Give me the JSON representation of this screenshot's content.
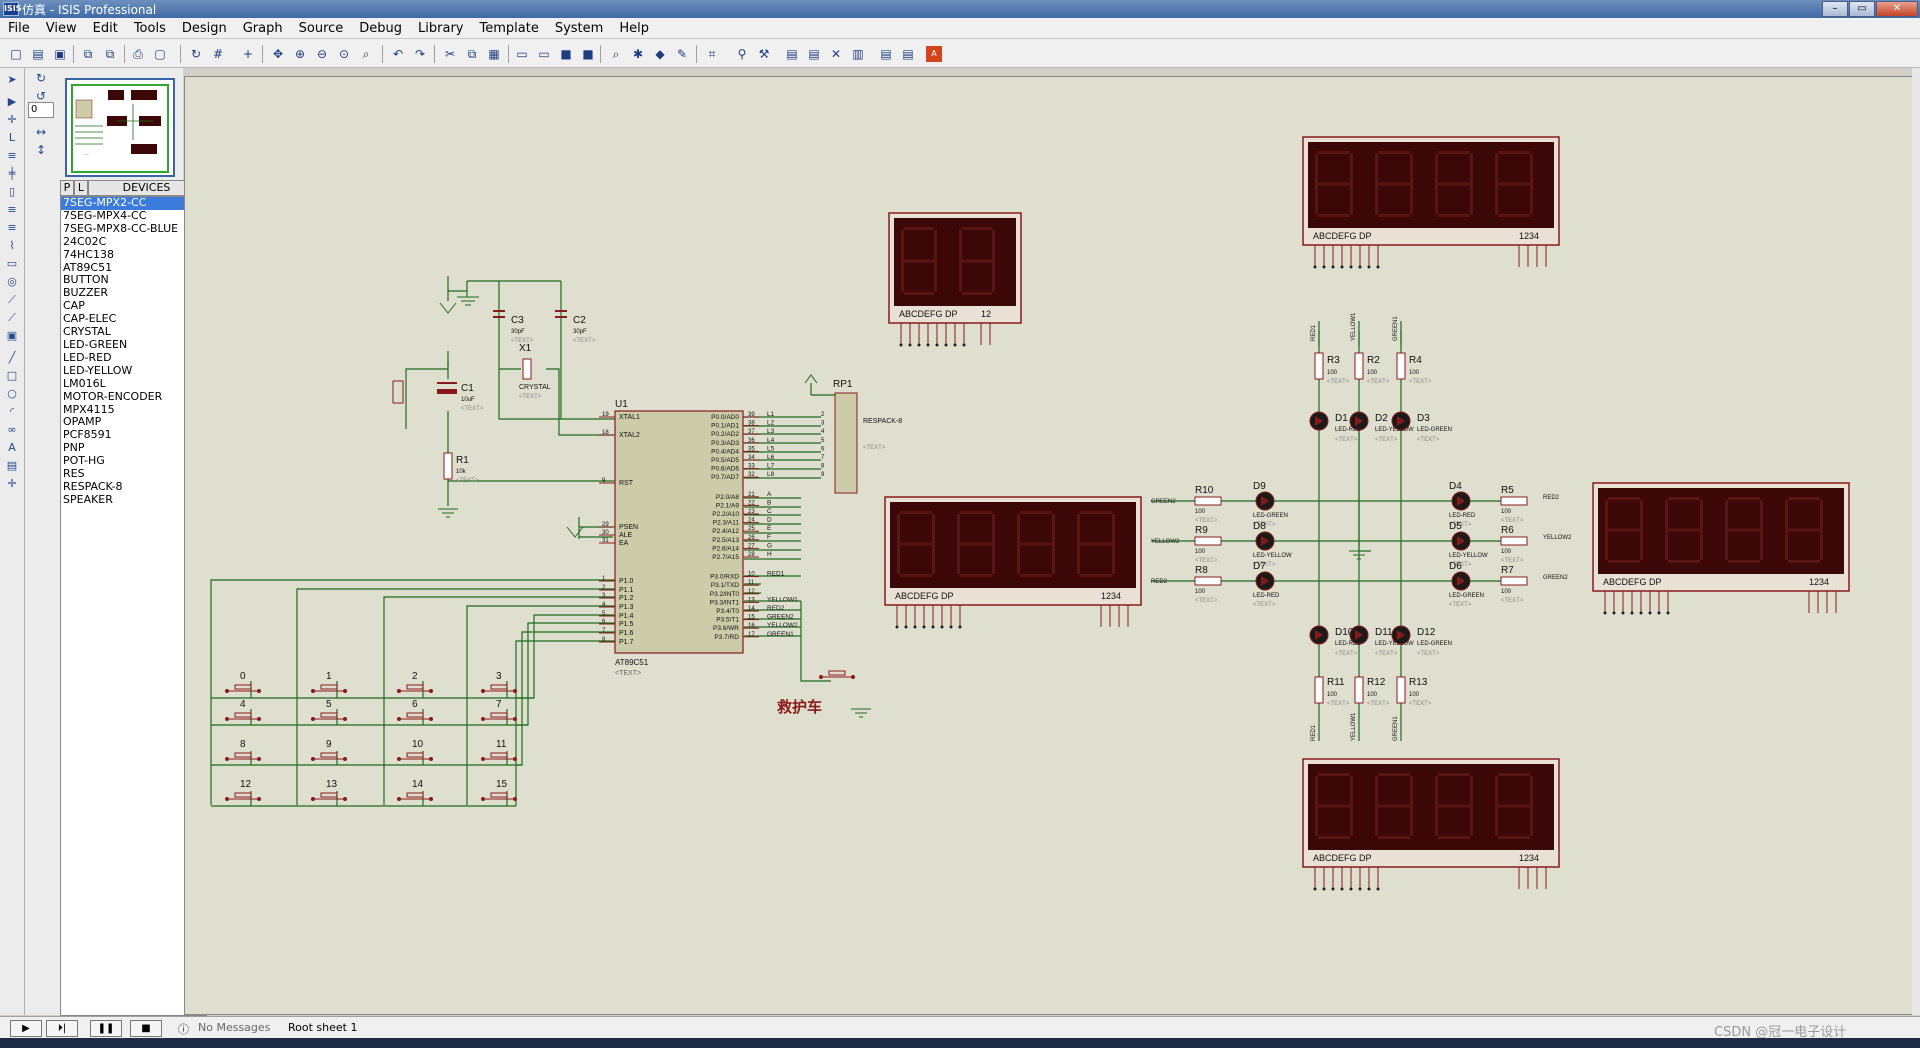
{
  "window": {
    "title": "仿真 - ISIS Professional",
    "app_icon": "ISIS"
  },
  "menu": [
    "File",
    "View",
    "Edit",
    "Tools",
    "Design",
    "Graph",
    "Source",
    "Debug",
    "Library",
    "Template",
    "System",
    "Help"
  ],
  "left_panel": {
    "rotation_value": "0",
    "tabs": {
      "p": "P",
      "l": "L",
      "devices": "DEVICES"
    },
    "devices": [
      "7SEG-MPX2-CC",
      "7SEG-MPX4-CC",
      "7SEG-MPX8-CC-BLUE",
      "24C02C",
      "74HC138",
      "AT89C51",
      "BUTTON",
      "BUZZER",
      "CAP",
      "CAP-ELEC",
      "CRYSTAL",
      "LED-GREEN",
      "LED-RED",
      "LED-YELLOW",
      "LM016L",
      "MOTOR-ENCODER",
      "MPX4115",
      "OPAMP",
      "PCF8591",
      "PNP",
      "POT-HG",
      "RES",
      "RESPACK-8",
      "SPEAKER"
    ],
    "selected_device": "7SEG-MPX2-CC"
  },
  "schematic": {
    "mcu": {
      "ref": "U1",
      "part": "AT89C51",
      "text": "<TEXT>",
      "left_pins": [
        [
          "19",
          "XTAL1"
        ],
        [
          "18",
          "XTAL2"
        ],
        [
          "9",
          "RST"
        ],
        [
          "29",
          "PSEN"
        ],
        [
          "30",
          "ALE"
        ],
        [
          "31",
          "EA"
        ],
        [
          "1",
          "P1.0"
        ],
        [
          "2",
          "P1.1"
        ],
        [
          "3",
          "P1.2"
        ],
        [
          "4",
          "P1.3"
        ],
        [
          "5",
          "P1.4"
        ],
        [
          "6",
          "P1.5"
        ],
        [
          "7",
          "P1.6"
        ],
        [
          "8",
          "P1.7"
        ]
      ],
      "right_pins": [
        [
          "39",
          "P0.0/AD0"
        ],
        [
          "38",
          "P0.1/AD1"
        ],
        [
          "37",
          "P0.2/AD2"
        ],
        [
          "36",
          "P0.3/AD3"
        ],
        [
          "35",
          "P0.4/AD4"
        ],
        [
          "34",
          "P0.5/AD5"
        ],
        [
          "33",
          "P0.6/AD6"
        ],
        [
          "32",
          "P0.7/AD7"
        ],
        [
          "21",
          "P2.0/A8"
        ],
        [
          "22",
          "P2.1/A9"
        ],
        [
          "23",
          "P2.2/A10"
        ],
        [
          "24",
          "P2.3/A11"
        ],
        [
          "25",
          "P2.4/A12"
        ],
        [
          "26",
          "P2.5/A13"
        ],
        [
          "27",
          "P2.6/A14"
        ],
        [
          "28",
          "P2.7/A15"
        ],
        [
          "10",
          "P3.0/RXD"
        ],
        [
          "11",
          "P3.1/TXD"
        ],
        [
          "12",
          "P3.2/INT0"
        ],
        [
          "13",
          "P3.3/INT1"
        ],
        [
          "14",
          "P3.4/T0"
        ],
        [
          "15",
          "P3.5/T1"
        ],
        [
          "16",
          "P3.6/WR"
        ],
        [
          "17",
          "P3.7/RD"
        ]
      ]
    },
    "net_labels": {
      "p0": [
        "L1",
        "L2",
        "L3",
        "L4",
        "L5",
        "L6",
        "L7",
        "L8"
      ],
      "p2": [
        "A",
        "B",
        "C",
        "D",
        "E",
        "F",
        "G",
        "H"
      ],
      "p3": [
        "RED1",
        "",
        "",
        "YELLOW1",
        "RED2",
        "GREEN2",
        "YELLOW2",
        "GREEN1"
      ]
    },
    "c1": {
      "ref": "C1",
      "value": "10uF",
      "text": "<TEXT>"
    },
    "c2": {
      "ref": "C2",
      "value": "30pF",
      "text": "<TEXT>"
    },
    "c3": {
      "ref": "C3",
      "value": "30pF",
      "text": "<TEXT>"
    },
    "x1": {
      "ref": "X1",
      "value": "CRYSTAL",
      "text": "<TEXT>"
    },
    "r1": {
      "ref": "R1",
      "value": "10k",
      "text": "<TEXT>"
    },
    "rp1": {
      "ref": "RP1",
      "value": "RESPACK-8",
      "text": "<TEXT>",
      "pins": [
        "2",
        "3",
        "4",
        "5",
        "6",
        "7",
        "8",
        "9"
      ]
    },
    "keys": [
      "0",
      "1",
      "2",
      "3",
      "4",
      "5",
      "6",
      "7",
      "8",
      "9",
      "10",
      "11",
      "12",
      "13",
      "14",
      "15"
    ],
    "ambulance_label": "救护车",
    "displays": {
      "d2": {
        "labels": "ABCDEFG  DP",
        "digits_label": "12"
      },
      "d4_left": {
        "labels": "ABCDEFG  DP",
        "digits_label": "1234"
      },
      "d4_top": {
        "labels": "ABCDEFG  DP",
        "digits_label": "1234"
      },
      "d4_right": {
        "labels": "ABCDEFG  DP",
        "digits_label": "1234"
      },
      "d4_bottom": {
        "labels": "ABCDEFG  DP",
        "digits_label": "1234"
      }
    },
    "traffic": {
      "top_r": [
        {
          "ref": "R3",
          "value": "100",
          "net": "RED1"
        },
        {
          "ref": "R2",
          "value": "100",
          "net": "YELLOW1"
        },
        {
          "ref": "R4",
          "value": "100",
          "net": "GREEN1"
        }
      ],
      "top_d": [
        {
          "ref": "D1",
          "part": "LED-RED"
        },
        {
          "ref": "D2",
          "part": "LED-YELLOW"
        },
        {
          "ref": "D3",
          "part": "LED-GREEN"
        }
      ],
      "bot_d": [
        {
          "ref": "D10",
          "part": "LED-RED"
        },
        {
          "ref": "D11",
          "part": "LED-YELLOW"
        },
        {
          "ref": "D12",
          "part": "LED-GREEN"
        }
      ],
      "bot_r": [
        {
          "ref": "R11",
          "value": "100",
          "net": "RED1"
        },
        {
          "ref": "R12",
          "value": "100",
          "net": "YELLOW1"
        },
        {
          "ref": "R13",
          "value": "100",
          "net": "GREEN1"
        }
      ],
      "left": [
        {
          "ref": "R10",
          "value": "100",
          "net": "GREEN2",
          "led": "D9",
          "part": "LED-GREEN"
        },
        {
          "ref": "R9",
          "value": "100",
          "net": "YELLOW2",
          "led": "D8",
          "part": "LED-YELLOW"
        },
        {
          "ref": "R8",
          "value": "100",
          "net": "RED2",
          "led": "D7",
          "part": "LED-RED"
        }
      ],
      "right": [
        {
          "ref": "R5",
          "value": "100",
          "net": "RED2",
          "led": "D4",
          "part": "LED-RED"
        },
        {
          "ref": "R6",
          "value": "100",
          "net": "YELLOW2",
          "led": "D5",
          "part": "LED-YELLOW"
        },
        {
          "ref": "R7",
          "value": "100",
          "net": "GREEN2",
          "led": "D6",
          "part": "LED-GREEN"
        }
      ],
      "text": "<TEXT>"
    }
  },
  "status": {
    "messages": "No Messages",
    "sheet": "Root sheet 1",
    "watermark": "CSDN @冠一电子设计"
  },
  "colors": {
    "canvas": "#dfdfcf",
    "wire": "#1f6b1f",
    "component": "#8a1a1a",
    "body_fill": "#cccca8",
    "seg_bg": "#3b0707",
    "seg_off": "#5a1414"
  }
}
